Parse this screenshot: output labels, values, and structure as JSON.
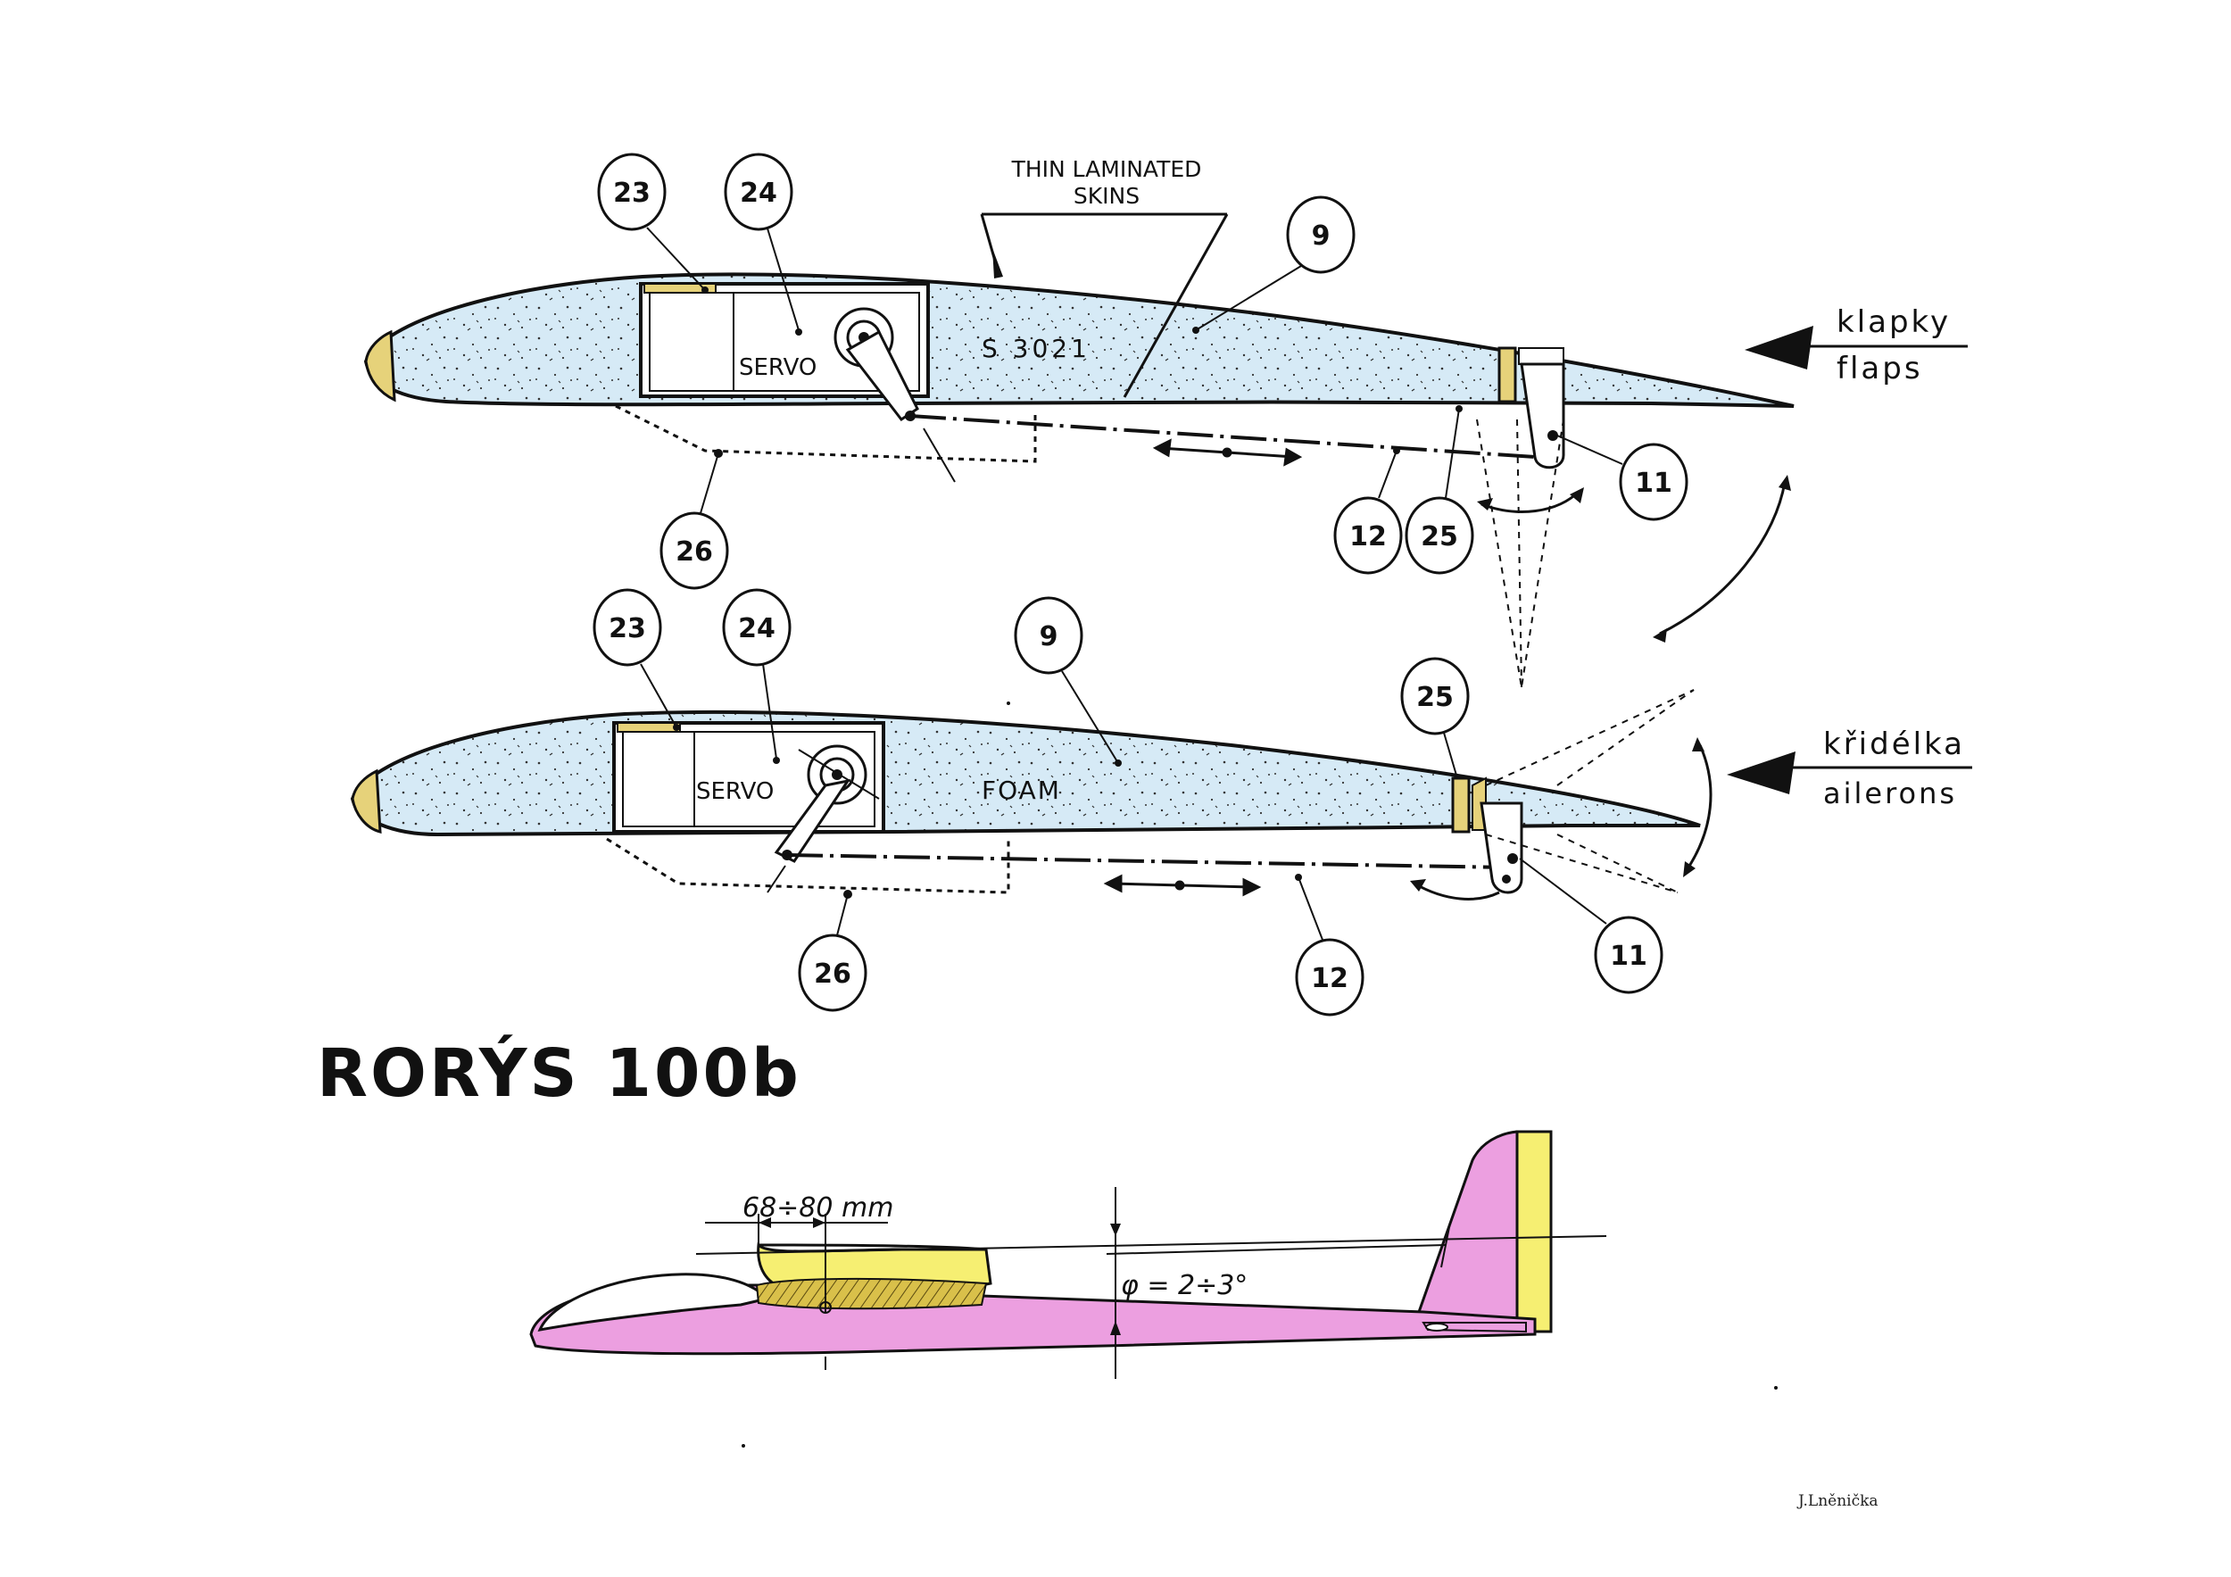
{
  "title": "RORÝS 100b",
  "signature": "J.Lněnička",
  "top_section": {
    "skins_note_line1": "THIN LAMINATED",
    "skins_note_line2": "SKINS",
    "servo_label": "SERVO",
    "airfoil_label": "S 3021",
    "side_label_line1": "klapky",
    "side_label_line2": "flaps",
    "callouts": [
      "23",
      "24",
      "9",
      "26",
      "12",
      "25",
      "11"
    ]
  },
  "bottom_section": {
    "servo_label": "SERVO",
    "core_label": "FOAM",
    "side_label_line1": "křidélka",
    "side_label_line2": "ailerons",
    "callouts": [
      "23",
      "24",
      "9",
      "25",
      "26",
      "12",
      "11"
    ]
  },
  "side_view": {
    "dimension_label": "68÷80 mm",
    "incidence_label": "φ = 2÷3°"
  },
  "colors": {
    "foam": "#d6eaf6",
    "balsa": "#e6d27a",
    "fuselage": "#ec9fe0",
    "wing_yellow": "#f6ef72",
    "ink": "#111111"
  }
}
